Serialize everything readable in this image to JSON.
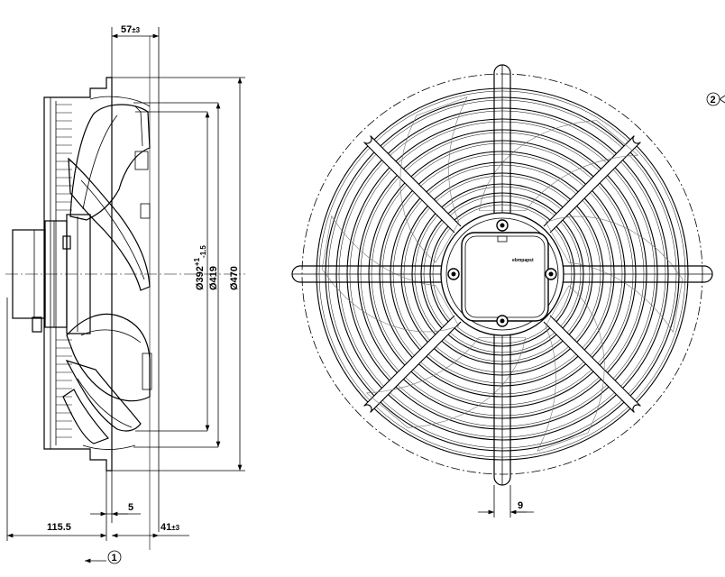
{
  "side_view": {
    "dims": {
      "depth_top": "57",
      "depth_top_tol": "±3",
      "d392": "Ø392",
      "d392_tol_up": "+1",
      "d392_tol_down": "-1.5",
      "d419": "Ø419",
      "d470": "Ø470",
      "gap": "5",
      "overall": "115.5",
      "bottom": "41",
      "bottom_tol": "±3"
    },
    "callout": "1"
  },
  "front_view": {
    "dims": {
      "guard_width": "9"
    },
    "callout": "2",
    "brand": "ebmpapst"
  }
}
